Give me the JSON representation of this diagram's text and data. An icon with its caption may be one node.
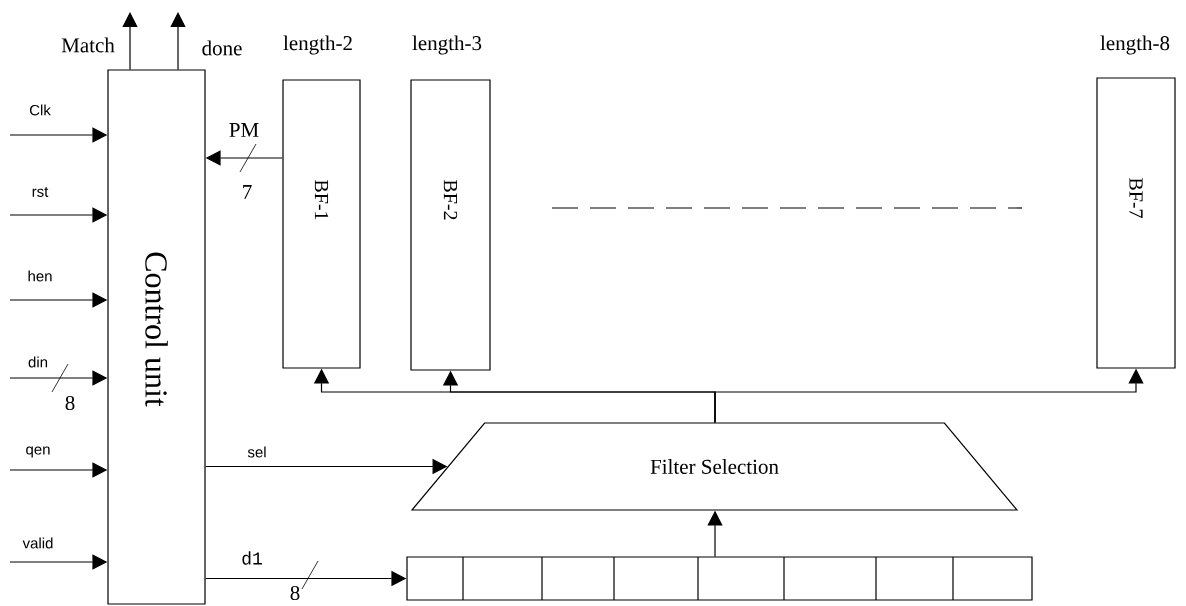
{
  "diagram": {
    "nodes": [
      {
        "text": [
          "Control unit"
        ]
      },
      {
        "text": [
          "BF-1"
        ],
        "beside": [
          "length-2"
        ]
      },
      {
        "text": [
          "BF-2"
        ],
        "beside": [
          "length-3"
        ]
      },
      {
        "text": [
          "BF-7"
        ],
        "beside": [
          "length-8"
        ]
      },
      {
        "text": [
          "Filter Selection"
        ]
      },
      {
        "text": [],
        "shape": "box"
      }
    ],
    "edges": [
      {
        "from": null,
        "to": 0,
        "arrow": "to",
        "label": "Clk"
      },
      {
        "from": null,
        "to": 0,
        "arrow": "to",
        "label": "rst"
      },
      {
        "from": null,
        "to": 0,
        "arrow": "to",
        "label": "hen"
      },
      {
        "from": null,
        "to": 0,
        "arrow": "to",
        "label": "din"
      },
      {
        "from": null,
        "to": 0,
        "arrow": "to",
        "label": "qen"
      },
      {
        "from": null,
        "to": 0,
        "arrow": "to",
        "label": "valid"
      },
      {
        "from": 0,
        "to": null,
        "arrow": "to",
        "label": "Match"
      },
      {
        "from": 0,
        "to": null,
        "arrow": "to",
        "label": "done"
      },
      {
        "from": 1,
        "to": 0,
        "arrow": "to",
        "label": "PM"
      },
      {
        "from": 0,
        "to": 4,
        "arrow": "to",
        "label": "sel"
      },
      {
        "from": 0,
        "to": 5,
        "arrow": "to",
        "label": "d1"
      },
      {
        "from": 5,
        "to": 4,
        "arrow": "to"
      },
      {
        "from": 4,
        "to": 1,
        "arrow": "to"
      },
      {
        "from": 4,
        "to": 2,
        "arrow": "to"
      },
      {
        "from": 4,
        "to": 3,
        "arrow": "to"
      }
    ],
    "labels": [
      "7",
      "8",
      "8"
    ]
  }
}
